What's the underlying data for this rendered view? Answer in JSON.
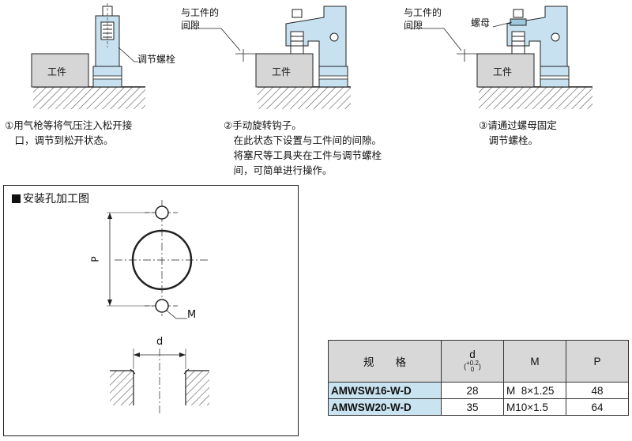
{
  "steps": [
    {
      "text": "①用气枪等将气压注入松开接\n　口，调节到松开状态。",
      "labels": {
        "workpiece": "工件",
        "bolt": "调节螺栓"
      }
    },
    {
      "text": "②手动旋转钩子。\n　在此状态下设置与工件间的间隙。\n　将塞尺等工具夹在工件与调节螺栓\n　间，可简单进行操作。",
      "labels": {
        "workpiece": "工件",
        "gap": "与工件的\n间隙"
      }
    },
    {
      "text": "③请通过螺母固定\n　调节螺栓。",
      "labels": {
        "workpiece": "工件",
        "gap": "与工件的\n间隙",
        "nut": "螺母"
      }
    }
  ],
  "install": {
    "title": "安装孔加工图",
    "dim_p": "P",
    "dim_m": "M",
    "dim_d": "d"
  },
  "table": {
    "headers": {
      "model": "规　　格",
      "d": "d",
      "d_tol_upper": "+0.2",
      "d_tol_lower": "0",
      "m": "M",
      "p": "P"
    },
    "rows": [
      {
        "model": "AMWSW16-W-D",
        "d": "28",
        "m": "M  8×1.25",
        "p": "48"
      },
      {
        "model": "AMWSW20-W-D",
        "d": "35",
        "m": "M10×1.5",
        "p": "64"
      }
    ]
  },
  "colors": {
    "clamp": "#c7e1f0",
    "workpiece": "#d6d6d6",
    "hatch": "#555555",
    "table_header": "#d8d8d8",
    "model_cell": "#c9e3f0"
  }
}
